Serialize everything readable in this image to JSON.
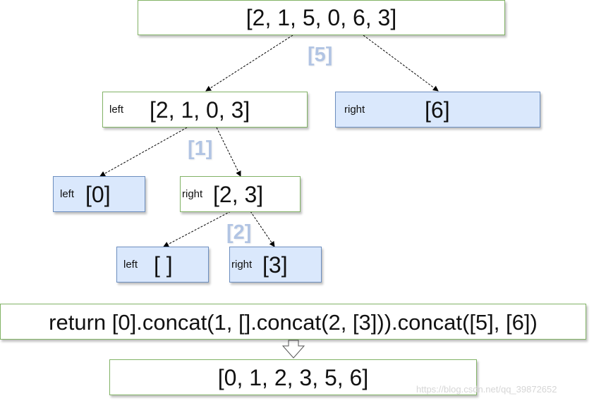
{
  "colors": {
    "white_border": "#82b366",
    "blue_fill": "#dae8fc",
    "blue_border": "#6c8ebf",
    "pivot_label": "#a9bee0",
    "edge": "#000000"
  },
  "nodes": {
    "root": {
      "value": "[2, 1, 5, 0, 6, 3]"
    },
    "l1_left": {
      "tag": "left",
      "value": "[2, 1, 0, 3]"
    },
    "l1_right": {
      "tag": "right",
      "value": "[6]"
    },
    "l2_left": {
      "tag": "left",
      "value": "[0]"
    },
    "l2_right": {
      "tag": "right",
      "value": "[2, 3]"
    },
    "l3_left": {
      "tag": "left",
      "value": "[ ]"
    },
    "l3_right": {
      "tag": "right",
      "value": "[3]"
    }
  },
  "pivots": [
    "[5]",
    "[1]",
    "[2]"
  ],
  "return_expr": "return [0].concat(1, [].concat(2, [3])).concat([5], [6])",
  "result": "[0, 1, 2, 3, 5, 6]",
  "watermark": "https://blog.csdn.net/qq_39872652"
}
